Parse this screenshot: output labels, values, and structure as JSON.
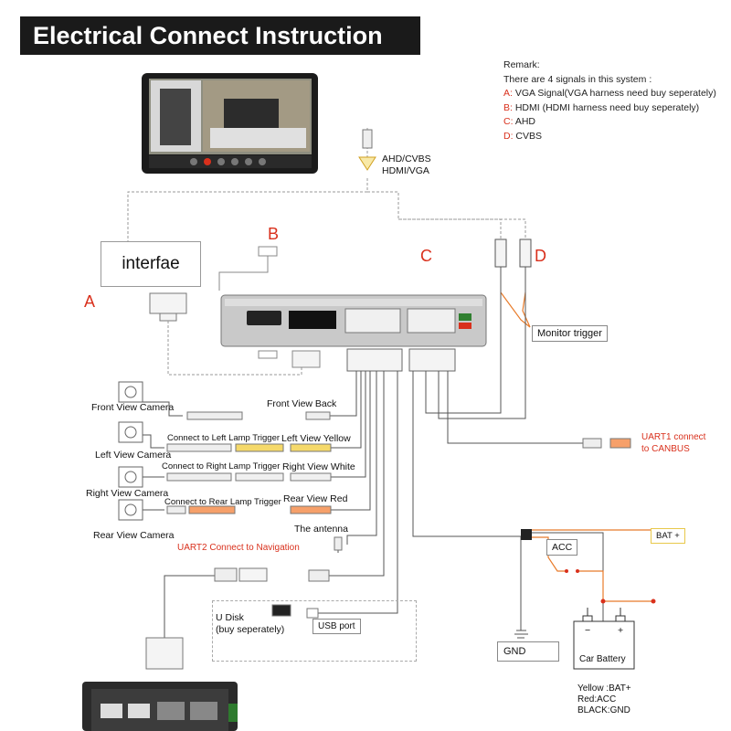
{
  "title": "Electrical Connect Instruction",
  "remark": {
    "heading": "Remark:",
    "intro": "There are 4 signals in this system :",
    "items": [
      {
        "letter": "A:",
        "text": "VGA Signal(VGA harness need buy seperately)"
      },
      {
        "letter": "B:",
        "text": "HDMI (HDMI harness need buy seperately)"
      },
      {
        "letter": "C:",
        "text": "AHD"
      },
      {
        "letter": "D:",
        "text": "CVBS"
      }
    ]
  },
  "signal_letters": {
    "a": "A",
    "b": "B",
    "c": "C",
    "d": "D"
  },
  "monitor_signal_label": {
    "line1": "AHD/CVBS",
    "line2": "HDMI/VGA"
  },
  "interface_label": "interfae",
  "monitor_trigger": "Monitor trigger",
  "cameras": {
    "front": "Front View Camera",
    "left": "Left View Camera",
    "right": "Right View Camera",
    "rear": "Rear View Camera"
  },
  "wires": {
    "front_back": "Front View Back",
    "left_trigger": "Connect to Left Lamp Trigger",
    "left_yellow": "Left View Yellow",
    "right_trigger": "Connect to Right Lamp Trigger",
    "right_white": "Right View White",
    "rear_trigger": "Connect to Rear Lamp Trigger",
    "rear_red": "Rear View Red",
    "antenna": "The antenna",
    "uart2": "UART2 Connect to Navigation",
    "uart1_line1": "UART1 connect",
    "uart1_line2": "to CANBUS"
  },
  "udisk": {
    "line1": "U Disk",
    "line2": "(buy seperately)"
  },
  "usb_port": "USB port",
  "power": {
    "acc": "ACC",
    "bat": "BAT +",
    "gnd": "GND",
    "battery": "Car Battery",
    "battery_minus": "−",
    "battery_plus": "+"
  },
  "legend": [
    "Yellow :BAT+",
    "Red:ACC",
    "BLACK:GND"
  ],
  "colors": {
    "accent_red": "#d9301c",
    "wire_orange": "#e87b2a",
    "title_bg": "#1a1a1a",
    "wire_gray": "#555555"
  }
}
